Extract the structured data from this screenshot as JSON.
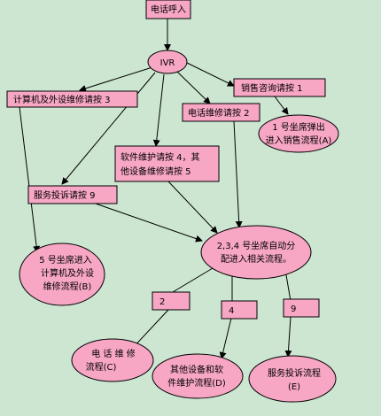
{
  "colors": {
    "background": "#cce6d2",
    "node_fill": "#f7a6c4",
    "stroke": "#000000"
  },
  "nodes": {
    "call_in": "电话呼入",
    "ivr": "IVR",
    "computer_repair_key": "计算机及外设维修请按 3",
    "sales_key": "销售咨询请按 1",
    "phone_repair_key": "电话维修请按 2",
    "seat1_line1": "1 号坐席弹出",
    "seat1_line2": "进入销售流程(A)",
    "software_key_line1": "软件维护请按 4，其",
    "software_key_line2": "他设备维修请按 5",
    "complaint_key": "服务投诉请按 9",
    "auto_line1": "2,3,4 号坐席自动分",
    "auto_line2": "配进入相关流程。",
    "seat5_line1": "5 号坐席进入",
    "seat5_line2": "计算机及外设",
    "seat5_line3": "维修流程(B)",
    "phone_flow_line1": "电 话 维 修",
    "phone_flow_line2": "流程(C)",
    "other_flow_line1": "其他设备和软",
    "other_flow_line2": "件维护流程(D)",
    "complaint_flow_line1": "服务投诉流程",
    "complaint_flow_line2": "(E)"
  },
  "route_labels": {
    "two": "2",
    "four": "4",
    "nine": "9"
  }
}
